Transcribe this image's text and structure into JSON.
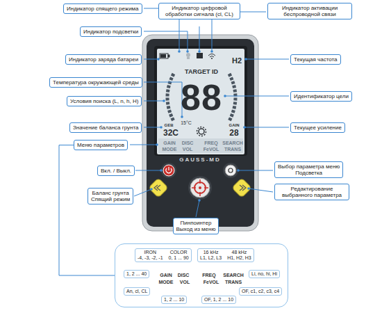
{
  "diagram": {
    "nodes": [
      {
        "text": [
          "Индикатор спящего режима"
        ]
      },
      {
        "text": [
          "Индикатор цифровой обработки сигнала (cl, CL)"
        ]
      },
      {
        "text": [
          "Индикатор активации беспроводной связи"
        ]
      },
      {
        "text": [
          "Индикатор подсветки"
        ]
      },
      {
        "text": [
          "Индикатор заряда батареи"
        ]
      },
      {
        "text": [
          "Текущая частота"
        ]
      },
      {
        "text": [
          "Температура окружающей среды"
        ]
      },
      {
        "text": [
          "Условия поиска (L, n, h, H)"
        ]
      },
      {
        "text": [
          "Идентификатор цели"
        ]
      },
      {
        "text": [
          "Значение баланса грунта"
        ]
      },
      {
        "text": [
          "Текущее усиление"
        ]
      },
      {
        "text": [
          "Меню параметров"
        ]
      },
      {
        "text": [
          "Вкл. / Выкл."
        ]
      },
      {
        "text": [
          "Выбор параметра меню",
          "Подсветка"
        ]
      },
      {
        "text": [
          "Редактирование выбранного параметра"
        ]
      },
      {
        "text": [
          "Баланс грунта",
          "Спящий режим"
        ]
      },
      {
        "text": [
          "Пинпоинтер",
          "Выход из меню"
        ]
      },
      {
        "text": [
          "GAIN",
          "DISC",
          "FREQ",
          "SEARCH",
          "MODE",
          "VOL",
          "FeVOL",
          "TRANS"
        ]
      },
      {
        "text": [
          "IRON",
          "COLOR",
          "-4, -3, -2, -1",
          "0, 1 ... 90"
        ],
        "in": 17
      },
      {
        "text": [
          "16 kHz",
          "48 kHz",
          "L1, L2, L3",
          "H1, H2, H3"
        ],
        "in": 17
      },
      {
        "text": [
          "1, 2 ... 40"
        ],
        "in": 17
      },
      {
        "text": [
          "Li, no, hi, Hi"
        ],
        "in": 17
      },
      {
        "text": [
          "An, cl, CL"
        ],
        "in": 17
      },
      {
        "text": [
          "OF, c1, c2, c3, c4"
        ],
        "in": 17
      },
      {
        "text": [
          "1, 2 ... 10"
        ],
        "in": 17
      },
      {
        "text": [
          "OF, 1, 2 ... 10"
        ],
        "in": 17
      }
    ],
    "edges": [
      {
        "from": 11,
        "to": 17,
        "arrow": "none"
      }
    ],
    "labels": [
      "H2",
      "TARGET ID",
      "88",
      "15°C",
      "GEB",
      "32C",
      "GAIN",
      "28",
      "GAIN",
      "DISC",
      "FREQ",
      "SEARCH",
      "MODE",
      "VOL",
      "FeVOL",
      "TRANS",
      "GAUSS-MD"
    ]
  }
}
